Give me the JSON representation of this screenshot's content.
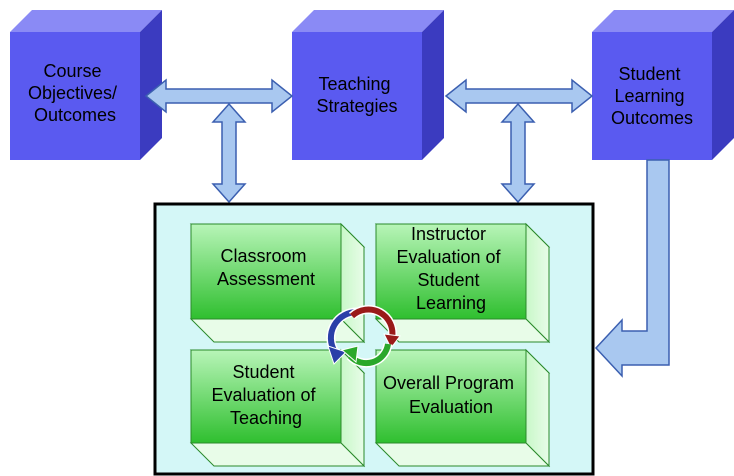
{
  "colors": {
    "blue_front": "#5b5bf0",
    "blue_top": "#8a8af5",
    "blue_side": "#3636b8",
    "arrow_fill": "#a9c8f0",
    "arrow_stroke": "#3b5fb0",
    "panel_fill": "#d4f7f7",
    "panel_stroke": "#000000",
    "green_front_top": "#a8f0a8",
    "green_front_bottom": "#34c534",
    "green_stroke": "#2a8a2a",
    "cycle_blue": "#2a3fa8",
    "cycle_red": "#9a1a1a",
    "cycle_green": "#2aa82a"
  },
  "boxes": {
    "course_objectives": {
      "lines": [
        "Course",
        "Objectives/",
        "Outcomes"
      ]
    },
    "teaching_strategies": {
      "lines": [
        "Teaching",
        "Strategies"
      ]
    },
    "student_learning_outcomes": {
      "lines": [
        "Student",
        "Learning",
        "Outcomes"
      ]
    }
  },
  "assessment": {
    "classroom_assessment": {
      "lines": [
        "Classroom",
        "Assessment"
      ]
    },
    "instructor_evaluation": {
      "lines": [
        "Instructor",
        "Evaluation of",
        "Student",
        "Learning"
      ]
    },
    "student_evaluation": {
      "lines": [
        "Student",
        "Evaluation of",
        "Teaching"
      ]
    },
    "overall_program": {
      "lines": [
        "Overall Program",
        "Evaluation"
      ]
    }
  },
  "icons": {
    "cycle": "circular-arrows-icon"
  }
}
